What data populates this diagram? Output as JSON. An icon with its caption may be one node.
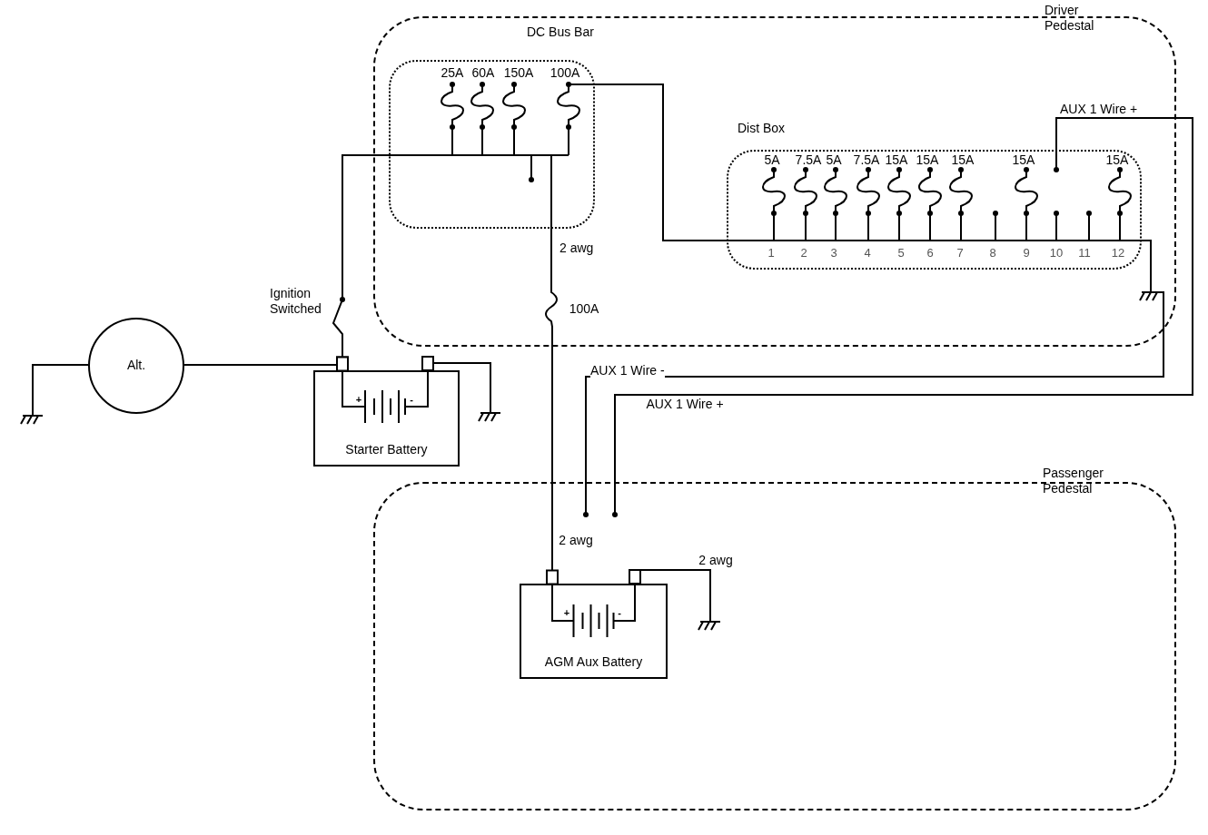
{
  "diagram": {
    "nodes": [
      {
        "text": [
          "Driver Pedestal"
        ]
      },
      {
        "text": [
          "DC Bus Bar"
        ],
        "in": 0
      },
      {
        "text": [
          "Dist Box"
        ],
        "in": 0
      },
      {
        "text": [
          "Alt."
        ]
      },
      {
        "text": [
          "Starter Battery"
        ]
      },
      {
        "text": [
          "Passenger Pedestal"
        ]
      },
      {
        "text": [
          "AGM Aux Battery"
        ],
        "in": 5
      }
    ],
    "edges": [
      {
        "from": 3,
        "to": 4,
        "arrow": "other"
      },
      {
        "from": 1,
        "to": 4,
        "arrow": "other",
        "label": "Ignition Switched"
      },
      {
        "from": 1,
        "to": 2,
        "arrow": "none"
      },
      {
        "from": 1,
        "to": 6,
        "arrow": "other",
        "label": "2 awg"
      },
      {
        "from": 2,
        "to": 5,
        "arrow": "other",
        "label": "AUX 1 Wire +"
      },
      {
        "from": 2,
        "to": 5,
        "arrow": "other",
        "label": "AUX 1 Wire -"
      }
    ],
    "labels": [
      "25A",
      "60A",
      "150A",
      "100A",
      "5A",
      "7.5A",
      "5A",
      "7.5A",
      "15A",
      "15A",
      "15A",
      "15A",
      "15A",
      "1",
      "2",
      "3",
      "4",
      "5",
      "6",
      "7",
      "8",
      "9",
      "10",
      "11",
      "12",
      "100A",
      "+",
      "-",
      "AUX 1 Wire +",
      "2 awg",
      "2 awg",
      "+",
      "-"
    ]
  }
}
